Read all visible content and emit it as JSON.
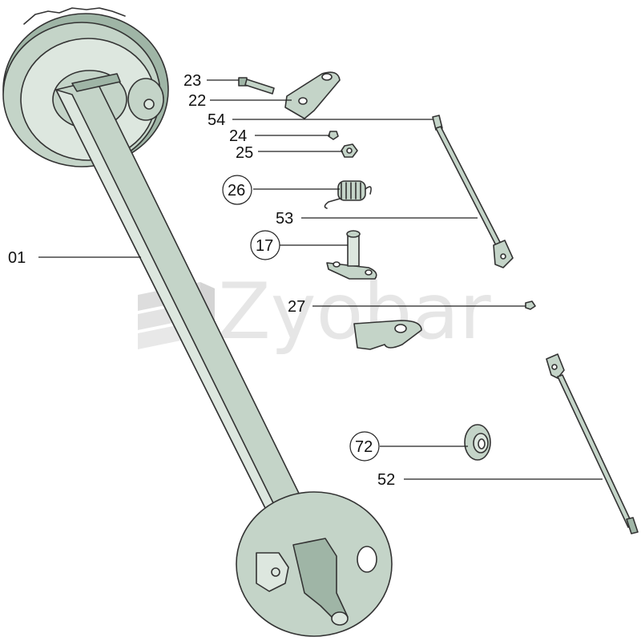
{
  "watermark": {
    "text": "Zyobar"
  },
  "callouts": [
    {
      "id": "c01",
      "number": "01",
      "circled": false
    },
    {
      "id": "c23",
      "number": "23",
      "circled": false
    },
    {
      "id": "c22",
      "number": "22",
      "circled": false
    },
    {
      "id": "c54",
      "number": "54",
      "circled": false
    },
    {
      "id": "c24",
      "number": "24",
      "circled": false
    },
    {
      "id": "c25",
      "number": "25",
      "circled": false
    },
    {
      "id": "c26",
      "number": "26",
      "circled": true
    },
    {
      "id": "c53",
      "number": "53",
      "circled": false
    },
    {
      "id": "c17",
      "number": "17",
      "circled": true
    },
    {
      "id": "c27",
      "number": "27",
      "circled": false
    },
    {
      "id": "c72",
      "number": "72",
      "circled": true
    },
    {
      "id": "c52",
      "number": "52",
      "circled": false
    }
  ],
  "colors": {
    "part_fill": "#c4d4c8",
    "outline": "#333333",
    "watermark": "#d3d3d3"
  }
}
